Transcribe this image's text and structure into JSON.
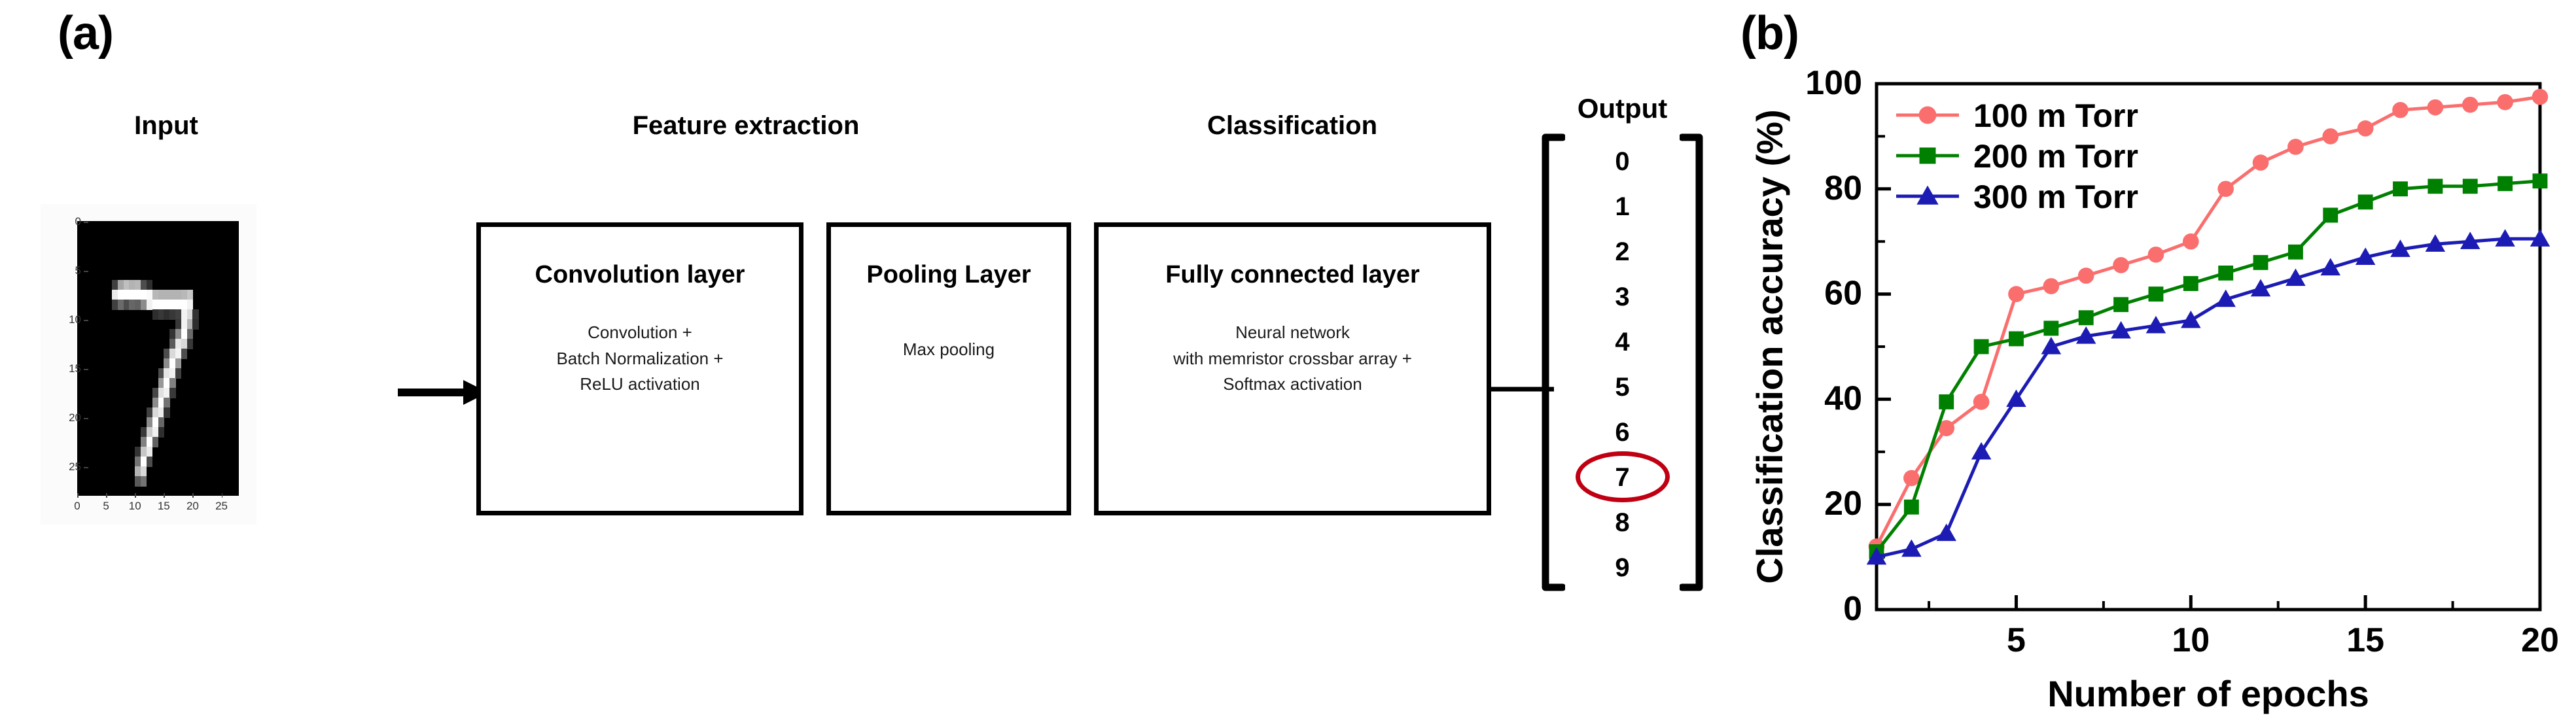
{
  "panels": {
    "a": {
      "label": "(a)"
    },
    "b": {
      "label": "(b)"
    }
  },
  "panel_a": {
    "input": {
      "title": "Input",
      "yticks": [
        "0",
        "5",
        "10",
        "15",
        "20",
        "25"
      ],
      "xticks": [
        "0",
        "5",
        "10",
        "15",
        "20",
        "25"
      ],
      "digit": "7"
    },
    "group_titles": {
      "feature_extraction": "Feature  extraction",
      "classification": "Classification",
      "output": "Output"
    },
    "stages": [
      {
        "name": "convolution",
        "title": "Convolution layer",
        "body": "Convolution +\nBatch Normalization +\nReLU activation"
      },
      {
        "name": "pooling",
        "title": "Pooling Layer",
        "body": "Max pooling"
      },
      {
        "name": "fully-connected",
        "title": "Fully connected layer",
        "body": "Neural network\nwith memristor crossbar array +\nSoftmax activation"
      }
    ],
    "output_digits": [
      "0",
      "1",
      "2",
      "3",
      "4",
      "5",
      "6",
      "7",
      "8",
      "9"
    ],
    "highlighted_digit": "7",
    "highlight_color": "#C00012"
  },
  "chart_data": {
    "type": "line",
    "title": "",
    "xlabel": "Number of epochs",
    "ylabel": "Classification accuracy (%)",
    "xlim": [
      1,
      20
    ],
    "ylim": [
      0,
      100
    ],
    "xticks": [
      5,
      10,
      15,
      20
    ],
    "xticklabels": [
      "5",
      "10",
      "15",
      "20"
    ],
    "yticks": [
      0,
      20,
      40,
      60,
      80,
      100
    ],
    "yticklabels": [
      "0",
      "20",
      "40",
      "60",
      "80",
      "100"
    ],
    "x_minor_ticks": [
      2.5,
      7.5,
      12.5,
      17.5
    ],
    "y_minor_ticks": [
      10,
      30,
      50,
      70,
      90
    ],
    "grid": false,
    "legend_position": "upper left",
    "x": [
      1,
      2,
      3,
      4,
      5,
      6,
      7,
      8,
      9,
      10,
      11,
      12,
      13,
      14,
      15,
      16,
      17,
      18,
      19,
      20
    ],
    "series": [
      {
        "name": "100 m Torr",
        "color": "#FA6E6E",
        "marker": "circle",
        "values": [
          12,
          25,
          34.5,
          39.5,
          60,
          61.5,
          63.5,
          65.5,
          67.5,
          70,
          80,
          85,
          88,
          90,
          91.5,
          95,
          95.5,
          96,
          96.5,
          97.5
        ]
      },
      {
        "name": "200 m Torr",
        "color": "#008000",
        "marker": "square",
        "values": [
          11,
          19.5,
          39.5,
          50,
          51.5,
          53.5,
          55.5,
          58,
          60,
          62,
          64,
          66,
          68,
          75,
          77.5,
          80,
          80.5,
          80.5,
          81,
          81.5
        ]
      },
      {
        "name": "300 m Torr",
        "color": "#1C1CB4",
        "marker": "triangle",
        "values": [
          10,
          11.5,
          14.5,
          30,
          40,
          50,
          52,
          53,
          54,
          55,
          59,
          61,
          63,
          65,
          67,
          68.5,
          69.5,
          70,
          70.5,
          70.5
        ]
      }
    ]
  }
}
